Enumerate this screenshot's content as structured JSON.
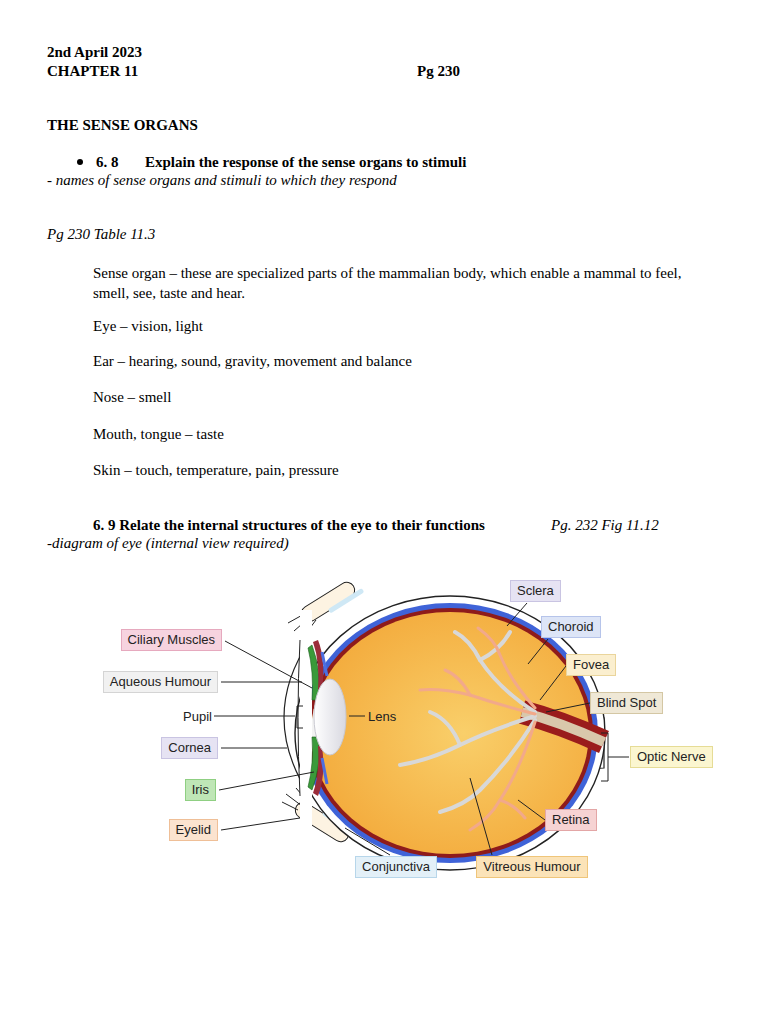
{
  "diagram": {
    "title": "THE SENSE ORGANS",
    "nodes": [
      {
        "text": [
          "Sclera"
        ]
      },
      {
        "text": [
          "Ciliary Muscles"
        ]
      },
      {
        "text": [
          "Choroid"
        ]
      },
      {
        "text": [
          "Fovea"
        ]
      },
      {
        "text": [
          "Aqueous Humour"
        ]
      },
      {
        "text": [
          "Blind Spot"
        ]
      },
      {
        "text": [
          "Cornea"
        ]
      },
      {
        "text": [
          "Optic Nerve"
        ]
      },
      {
        "text": [
          "Iris"
        ]
      },
      {
        "text": [
          "Retina"
        ]
      },
      {
        "text": [
          "Eyelid"
        ]
      },
      {
        "text": [
          "Conjunctiva"
        ]
      },
      {
        "text": [
          "Vitreous Humour"
        ]
      }
    ],
    "labels": [
      "2nd April 2023",
      "CHAPTER 11",
      "Pg 230",
      "6. 8",
      "Explain the response of the sense organs to stimuli",
      "- names of sense organs and stimuli to which they respond",
      "Pg 230 Table 11.3",
      "Sense organ – these are specialized parts of the mammalian body, which enable a mammal to feel, smell, see, taste and hear.",
      "Eye – vision, light",
      "Ear – hearing, sound, gravity, movement and balance",
      "Nose – smell",
      "Mouth, tongue – taste",
      "Skin – touch, temperature, pain, pressure",
      "6. 9 Relate the internal structures of the eye to their functions",
      "Pg. 232 Fig 11.12",
      "-diagram of eye (internal view required)",
      "Pupil",
      "Lens"
    ]
  }
}
